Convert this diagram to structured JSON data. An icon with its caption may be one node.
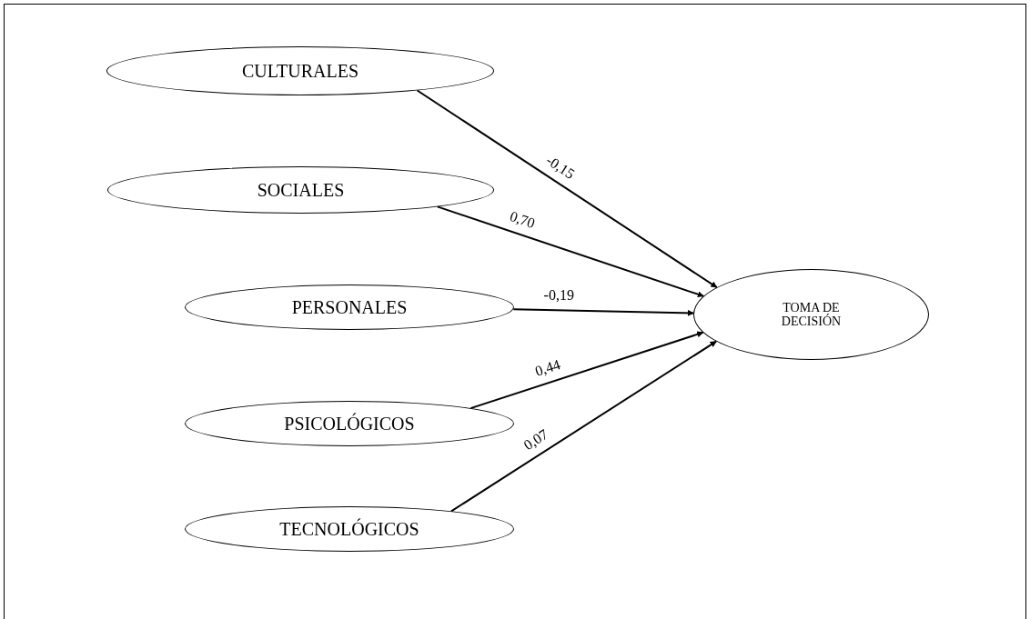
{
  "diagram": {
    "nodes": [
      {
        "text": [
          "CULTURALES"
        ]
      },
      {
        "text": [
          "SOCIALES"
        ]
      },
      {
        "text": [
          "PERSONALES"
        ]
      },
      {
        "text": [
          "PSICOLÓGICOS"
        ]
      },
      {
        "text": [
          "TECNOLÓGICOS"
        ]
      },
      {
        "text": [
          "TOMA DE DECISIÓN"
        ]
      }
    ],
    "edges": [
      {
        "from": 0,
        "to": 5,
        "arrow": "to",
        "label": "-0,15"
      },
      {
        "from": 1,
        "to": 5,
        "arrow": "to",
        "label": "0,70"
      },
      {
        "from": 2,
        "to": 5,
        "arrow": "to",
        "label": "-0,19"
      },
      {
        "from": 3,
        "to": 5,
        "arrow": "to",
        "label": "0,44"
      },
      {
        "from": 4,
        "to": 5,
        "arrow": "to",
        "label": "0,07"
      }
    ]
  }
}
